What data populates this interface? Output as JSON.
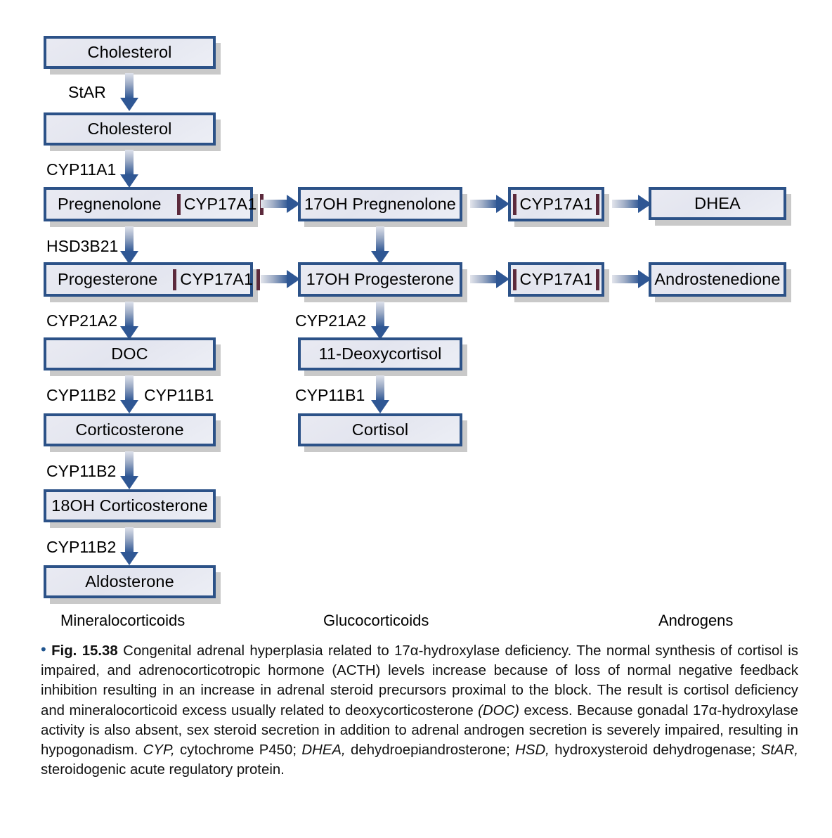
{
  "figure": {
    "number": "Fig. 15.38",
    "bullet": "•",
    "caption_segments": {
      "s1": "Congenital adrenal hyperplasia related to 17α-hydroxylase deficiency. The normal synthesis of cortisol is impaired, and adrenocorticotropic hormone (ACTH) levels increase because of loss of normal negative feedback inhibition resulting in an increase in adrenal steroid precursors proximal to the block. The result is cortisol deficiency and mineralocorticoid excess usually related to deoxycorticosterone ",
      "doc_italic": "(DOC)",
      "s2": " excess. Because gonadal 17α-hydroxylase activity is also absent, sex steroid secretion in addition to adrenal androgen secretion is severely impaired, resulting in hypogonadism. ",
      "cyp_italic": "CYP,",
      "s3": " cytochrome P450; ",
      "dhea_italic": "DHEA,",
      "s4": " dehydroepiandrosterone; ",
      "hsd_italic": "HSD,",
      "s5": " hydroxysteroid dehydrogenase; ",
      "star_italic": "StAR,",
      "s6": " steroidogenic acute regulatory protein."
    }
  },
  "colors": {
    "box_border": "#2c5288",
    "box_fill": "#e7e9f1",
    "arrow_dark": "#2f5794",
    "blocked_bar": "#5c2a3c",
    "shadow": "#c9c9c9",
    "bullet": "#20558f"
  },
  "nodes": {
    "cholesterol_outer": "Cholesterol",
    "cholesterol_inner": "Cholesterol",
    "pregnenolone": "Pregnenolone",
    "progesterone": "Progesterone",
    "doc": "DOC",
    "corticosterone": "Corticosterone",
    "oh18_corticosterone": "18OH Corticosterone",
    "aldosterone": "Aldosterone",
    "oh17_pregnenolone": "17OH Pregnenolone",
    "oh17_progesterone": "17OH Progesterone",
    "deoxycortisol": "11-Deoxycortisol",
    "cortisol": "Cortisol",
    "dhea": "DHEA",
    "androstenedione": "Androstenedione"
  },
  "blocked_enzyme": {
    "name": "CYP17A1",
    "instances": [
      "pregnenolone-row-inline",
      "progesterone-row-inline",
      "pregnenolone-row-standalone",
      "progesterone-row-standalone"
    ]
  },
  "steps": {
    "star": "StAR",
    "cyp11a1": "CYP11A1",
    "hsd3b21": "HSD3B21",
    "cyp21a2_left": "CYP21A2",
    "cyp11b2_a": "CYP11B2",
    "cyp11b1_a": "CYP11B1",
    "cyp11b2_b": "CYP11B2",
    "cyp11b2_c": "CYP11B2",
    "cyp21a2_mid": "CYP21A2",
    "cyp11b1_mid": "CYP11B1"
  },
  "class_labels": {
    "mineralocorticoids": "Mineralocorticoids",
    "glucocorticoids": "Glucocorticoids",
    "androgens": "Androgens"
  }
}
